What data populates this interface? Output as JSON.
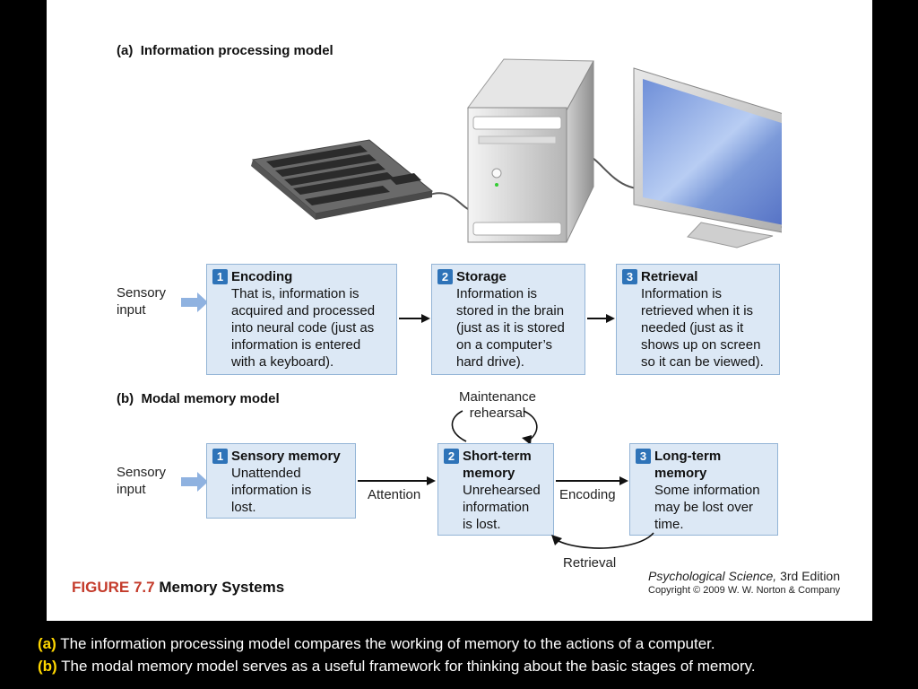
{
  "section_a": {
    "label": "(a)",
    "title": "Information processing model"
  },
  "section_b": {
    "label": "(b)",
    "title": "Modal memory model"
  },
  "sensory_input": "Sensory\ninput",
  "model_a": [
    {
      "num": "1",
      "title": "Encoding",
      "body": "That is, information is\nacquired and processed\ninto neural code (just as\ninformation is entered\nwith a keyboard)."
    },
    {
      "num": "2",
      "title": "Storage",
      "body": "Information is\nstored in the brain\n(just as it is stored\non a computer’s\nhard drive)."
    },
    {
      "num": "3",
      "title": "Retrieval",
      "body": "Information is\nretrieved when it is\nneeded (just as it\nshows up on screen\nso it can be viewed)."
    }
  ],
  "model_b": [
    {
      "num": "1",
      "title": "Sensory memory",
      "body": "Unattended\ninformation is\nlost."
    },
    {
      "num": "2",
      "title": "Short-term\nmemory",
      "body": "Unrehearsed\ninformation\nis lost."
    },
    {
      "num": "3",
      "title": "Long-term\nmemory",
      "body": "Some information\nmay be lost over\ntime."
    }
  ],
  "arrow_labels": {
    "attention": "Attention",
    "encoding": "Encoding",
    "retrieval": "Retrieval",
    "maintenance": "Maintenance\nrehearsal"
  },
  "figure": {
    "number": "FIGURE 7.7",
    "title": "Memory Systems"
  },
  "publisher": {
    "book": "Psychological Science,",
    "edition": "3rd Edition",
    "copyright": "Copyright © 2009 W. W. Norton & Company"
  },
  "caption": [
    {
      "label": "(a)",
      "text": "The information processing model compares the working of memory to the actions of a computer."
    },
    {
      "label": "(b)",
      "text": "The modal memory model serves as a useful framework for thinking about the basic stages of memory."
    }
  ]
}
